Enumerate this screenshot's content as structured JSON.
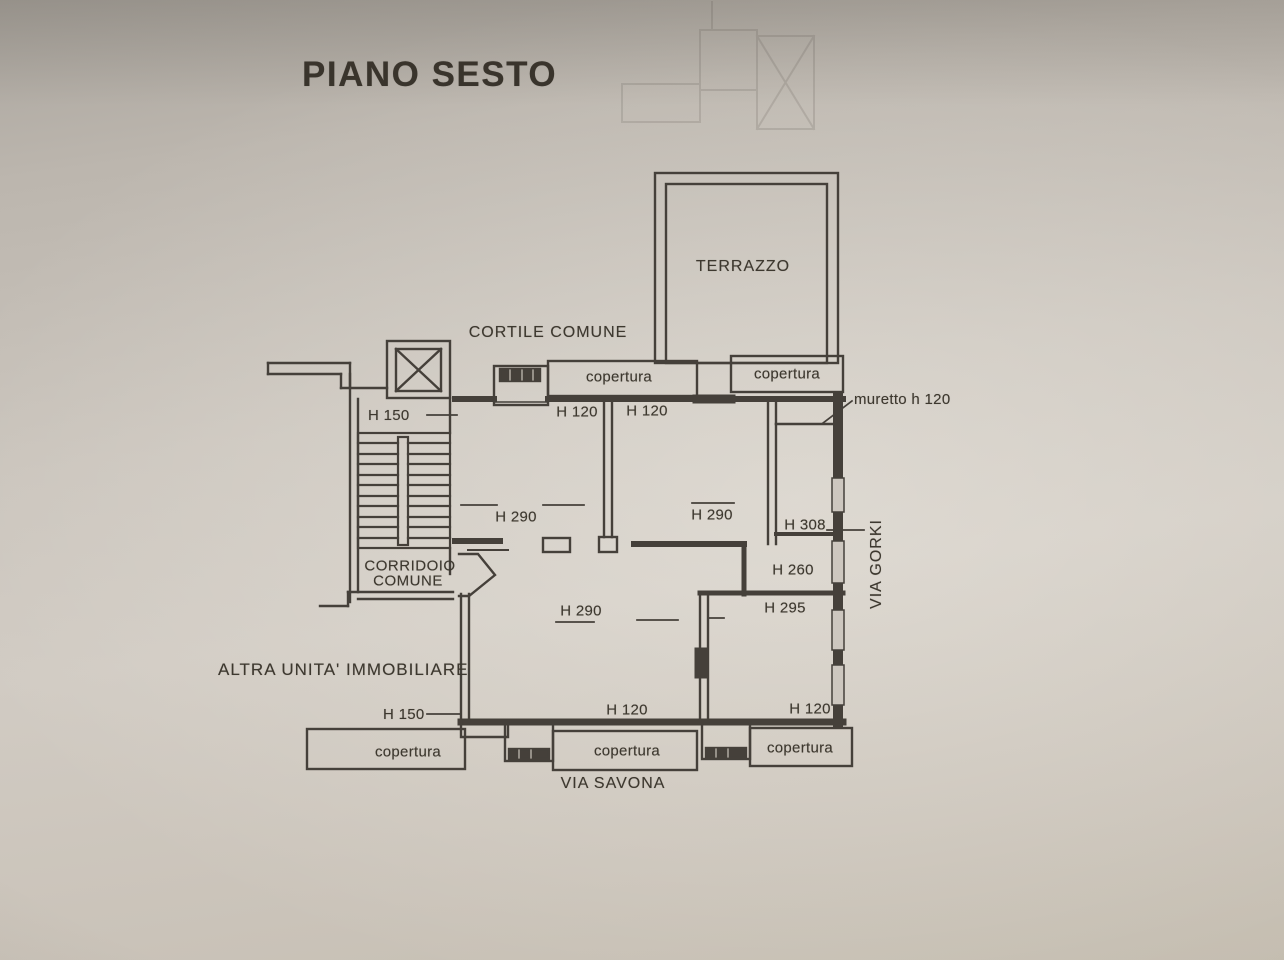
{
  "labels": {
    "title": "PIANO SESTO",
    "terrazzo": "TERRAZZO",
    "cortile_comune": "CORTILE COMUNE",
    "copertura_top_left": "copertura",
    "copertura_top_right": "copertura",
    "muretto": "muretto h 120",
    "h150_top": "H 150",
    "h120_room1": "H 120",
    "h120_room2": "H 120",
    "h290_room1": "H 290",
    "h290_room2": "H 290",
    "h308": "H 308",
    "h260": "H 260",
    "h295": "H 295",
    "h290_living": "H 290",
    "h120_living": "H 120",
    "h120_bottom_right": "H 120",
    "h150_bottom": "H 150",
    "corridoio_line1": "CORRIDOIO",
    "corridoio_line2": "COMUNE",
    "altra_unita": "ALTRA UNITA' IMMOBILIARE",
    "copertura_bottom_left": "copertura",
    "copertura_bottom_center": "copertura",
    "copertura_bottom_right": "copertura",
    "via_savona": "VIA SAVONA",
    "via_gorki": "VIA GORKI"
  },
  "colors": {
    "paper": "#cbc5bc",
    "ink": "#45403a"
  }
}
